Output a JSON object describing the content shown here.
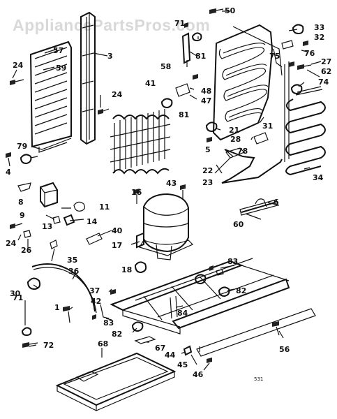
{
  "watermark": "AppliancePartsPros.com",
  "corner_code": "531",
  "colors": {
    "ink": "#111111",
    "watermark": "#d9d9d9",
    "background": "#ffffff"
  },
  "callouts": {
    "c50": "50",
    "c71a": "71",
    "c33": "33",
    "c32": "32",
    "c57": "57",
    "c3": "3",
    "c59": "59",
    "c81a": "81",
    "c76": "76",
    "c75": "75",
    "c27": "27",
    "c62": "62",
    "c24a": "24",
    "c58": "58",
    "c74": "74",
    "c48": "48",
    "c47": "47",
    "c41": "41",
    "c24b": "24",
    "c81b": "81",
    "c31": "31",
    "c21": "21",
    "c28": "28",
    "c79": "79",
    "c5": "5",
    "c78": "78",
    "c4": "4",
    "c22": "22",
    "c23": "23",
    "c34": "34",
    "c43": "43",
    "c8": "8",
    "c16": "16",
    "c6": "6",
    "c9": "9",
    "c11": "11",
    "c13": "13",
    "c14": "14",
    "c60": "60",
    "c24c": "24",
    "c26": "26",
    "c40": "40",
    "c17": "17",
    "c35": "35",
    "c83a": "83",
    "c36": "36",
    "c18": "18",
    "c30": "30",
    "c82a": "82",
    "c37": "37",
    "c42": "42",
    "c1": "1",
    "c84": "84",
    "c83b": "83",
    "c82b": "82",
    "c71b": "71",
    "c72": "72",
    "c67": "67",
    "c68": "68",
    "c56": "56",
    "c44": "44",
    "c45": "45",
    "c46": "46"
  }
}
